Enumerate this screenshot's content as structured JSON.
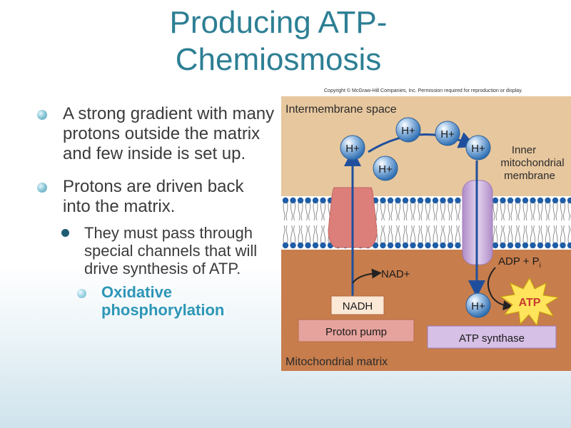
{
  "slide": {
    "title": "Producing ATP-Chemiosmosis",
    "title_line1": "Producing ATP-",
    "title_line2": "Chemiosmosis",
    "bullets": [
      "A strong gradient with many protons outside the matrix and few inside is set up.",
      "Protons are driven back into the matrix."
    ],
    "sub_bullet": "They must pass through special channels that will drive synthesis of ATP.",
    "sub_sub_bullet": "Oxidative phosphorylation"
  },
  "figure": {
    "copyright": "Copyright © McGraw-Hill Companies, Inc. Permission required for reproduction or display.",
    "intermembrane_space": "Intermembrane space",
    "membrane_label_1": "Inner",
    "membrane_label_2": "mitochondrial",
    "membrane_label_3": "membrane",
    "proton": "H+",
    "nad": "NAD+",
    "nadh": "NADH",
    "adp": "ADP + P",
    "adp_sub": "i",
    "atp": "ATP",
    "proton_pump": "Proton pump",
    "atp_synthase": "ATP synthase",
    "matrix": "Mitochondrial matrix"
  },
  "colors": {
    "title": "#2d7f94",
    "intermembrane": "#e7c79e",
    "matrix": "#c77d4c",
    "membrane_head": "#1f5da6",
    "pump": "#dc7f7b",
    "synthase": "#c7a6d8",
    "atp_star": "#ffe45c",
    "proton_ball": "#4a88c7"
  }
}
